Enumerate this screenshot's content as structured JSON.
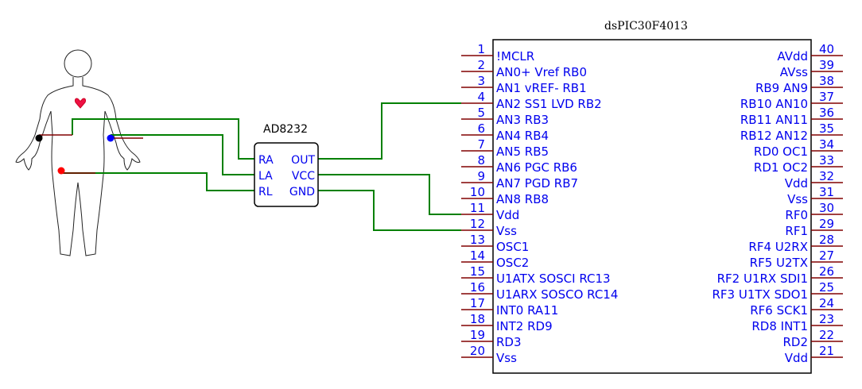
{
  "chip": {
    "title": "dsPIC30F4013",
    "left_pins": [
      {
        "num": "1",
        "label": "!MCLR"
      },
      {
        "num": "2",
        "label": "AN0+ Vref RB0"
      },
      {
        "num": "3",
        "label": "AN1 vREF- RB1"
      },
      {
        "num": "4",
        "label": "AN2 SS1 LVD RB2"
      },
      {
        "num": "5",
        "label": "AN3 RB3"
      },
      {
        "num": "6",
        "label": "AN4 RB4"
      },
      {
        "num": "7",
        "label": "AN5 RB5"
      },
      {
        "num": "8",
        "label": "AN6 PGC RB6"
      },
      {
        "num": "9",
        "label": "AN7 PGD RB7"
      },
      {
        "num": "10",
        "label": "AN8 RB8"
      },
      {
        "num": "11",
        "label": "Vdd"
      },
      {
        "num": "12",
        "label": "Vss"
      },
      {
        "num": "13",
        "label": "OSC1"
      },
      {
        "num": "14",
        "label": "OSC2"
      },
      {
        "num": "15",
        "label": "U1ATX SOSCI RC13"
      },
      {
        "num": "16",
        "label": "U1ARX SOSCO RC14"
      },
      {
        "num": "17",
        "label": "INT0 RA11"
      },
      {
        "num": "18",
        "label": "INT2 RD9"
      },
      {
        "num": "19",
        "label": "RD3"
      },
      {
        "num": "20",
        "label": "Vss"
      }
    ],
    "right_pins": [
      {
        "num": "40",
        "label": "AVdd"
      },
      {
        "num": "39",
        "label": "AVss"
      },
      {
        "num": "38",
        "label": "RB9 AN9"
      },
      {
        "num": "37",
        "label": "RB10 AN10"
      },
      {
        "num": "36",
        "label": "RB11 AN11"
      },
      {
        "num": "35",
        "label": "RB12 AN12"
      },
      {
        "num": "34",
        "label": "RD0 OC1"
      },
      {
        "num": "33",
        "label": "RD1 OC2"
      },
      {
        "num": "32",
        "label": "Vdd"
      },
      {
        "num": "31",
        "label": "Vss"
      },
      {
        "num": "30",
        "label": "RF0"
      },
      {
        "num": "29",
        "label": "RF1"
      },
      {
        "num": "28",
        "label": "RF4 U2RX"
      },
      {
        "num": "27",
        "label": "RF5 U2TX"
      },
      {
        "num": "26",
        "label": "RF2 U1RX SDI1"
      },
      {
        "num": "25",
        "label": "RF3 U1TX SDO1"
      },
      {
        "num": "24",
        "label": "RF6 SCK1"
      },
      {
        "num": "23",
        "label": "RD8 INT1"
      },
      {
        "num": "22",
        "label": "RD2"
      },
      {
        "num": "21",
        "label": "Vdd"
      }
    ]
  },
  "module": {
    "title": "AD8232",
    "rows": [
      {
        "left": "RA",
        "right": "OUT"
      },
      {
        "left": "LA",
        "right": "VCC"
      },
      {
        "left": "RL",
        "right": "GND"
      }
    ]
  },
  "colors": {
    "wire": "#008000",
    "pin_line": "#800000",
    "pin_text": "#0000ee",
    "electrode_ra": "#000000",
    "electrode_la": "#0000ff",
    "electrode_rl": "#ff0000",
    "heart": "#ee1144"
  }
}
